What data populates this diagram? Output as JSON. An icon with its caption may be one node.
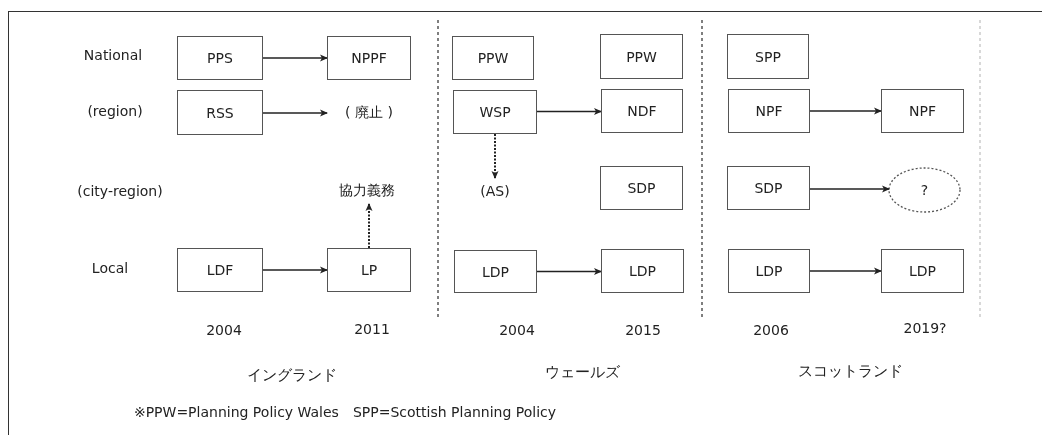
{
  "diagram": {
    "nodes": [
      {
        "text": [
          "PPS"
        ]
      },
      {
        "text": [
          "NPPF"
        ]
      },
      {
        "text": [
          "RSS"
        ]
      },
      {
        "text": [
          "( 廃止 )"
        ]
      },
      {
        "text": [
          "協力義務"
        ]
      },
      {
        "text": [
          "LDF"
        ]
      },
      {
        "text": [
          "LP"
        ]
      },
      {
        "text": [
          "PPW"
        ]
      },
      {
        "text": [
          "PPW"
        ]
      },
      {
        "text": [
          "WSP"
        ]
      },
      {
        "text": [
          "NDF"
        ]
      },
      {
        "text": [
          "(AS)"
        ]
      },
      {
        "text": [
          "SDP"
        ]
      },
      {
        "text": [
          "LDP"
        ]
      },
      {
        "text": [
          "LDP"
        ]
      },
      {
        "text": [
          "SPP"
        ]
      },
      {
        "text": [
          "NPF"
        ]
      },
      {
        "text": [
          "NPF"
        ]
      },
      {
        "text": [
          "SDP"
        ]
      },
      {
        "text": [
          "?"
        ]
      },
      {
        "text": [
          "LDP"
        ]
      },
      {
        "text": [
          "LDP"
        ]
      }
    ],
    "edges": [
      {
        "from": 0,
        "to": 1,
        "arrow": "to"
      },
      {
        "from": 2,
        "to": 3,
        "arrow": "to"
      },
      {
        "from": 6,
        "to": 4,
        "arrow": "to",
        "style": "dashed"
      },
      {
        "from": 5,
        "to": 6,
        "arrow": "to"
      },
      {
        "from": 9,
        "to": 10,
        "arrow": "to"
      },
      {
        "from": 9,
        "to": 11,
        "arrow": "to",
        "style": "dashed"
      },
      {
        "from": 13,
        "to": 14,
        "arrow": "to"
      },
      {
        "from": 16,
        "to": 17,
        "arrow": "to"
      },
      {
        "from": 18,
        "to": 19,
        "arrow": "to"
      },
      {
        "from": 20,
        "to": 21,
        "arrow": "to"
      }
    ],
    "labels": [
      "National",
      "(region)",
      "(city-region)",
      "Local",
      "2004",
      "2011",
      "2004",
      "2015",
      "2006",
      "2019?",
      "イングランド",
      "ウェールズ",
      "スコットランド",
      "※PPW=Planning Policy Wales　SPP=Scottish Planning Policy"
    ]
  }
}
